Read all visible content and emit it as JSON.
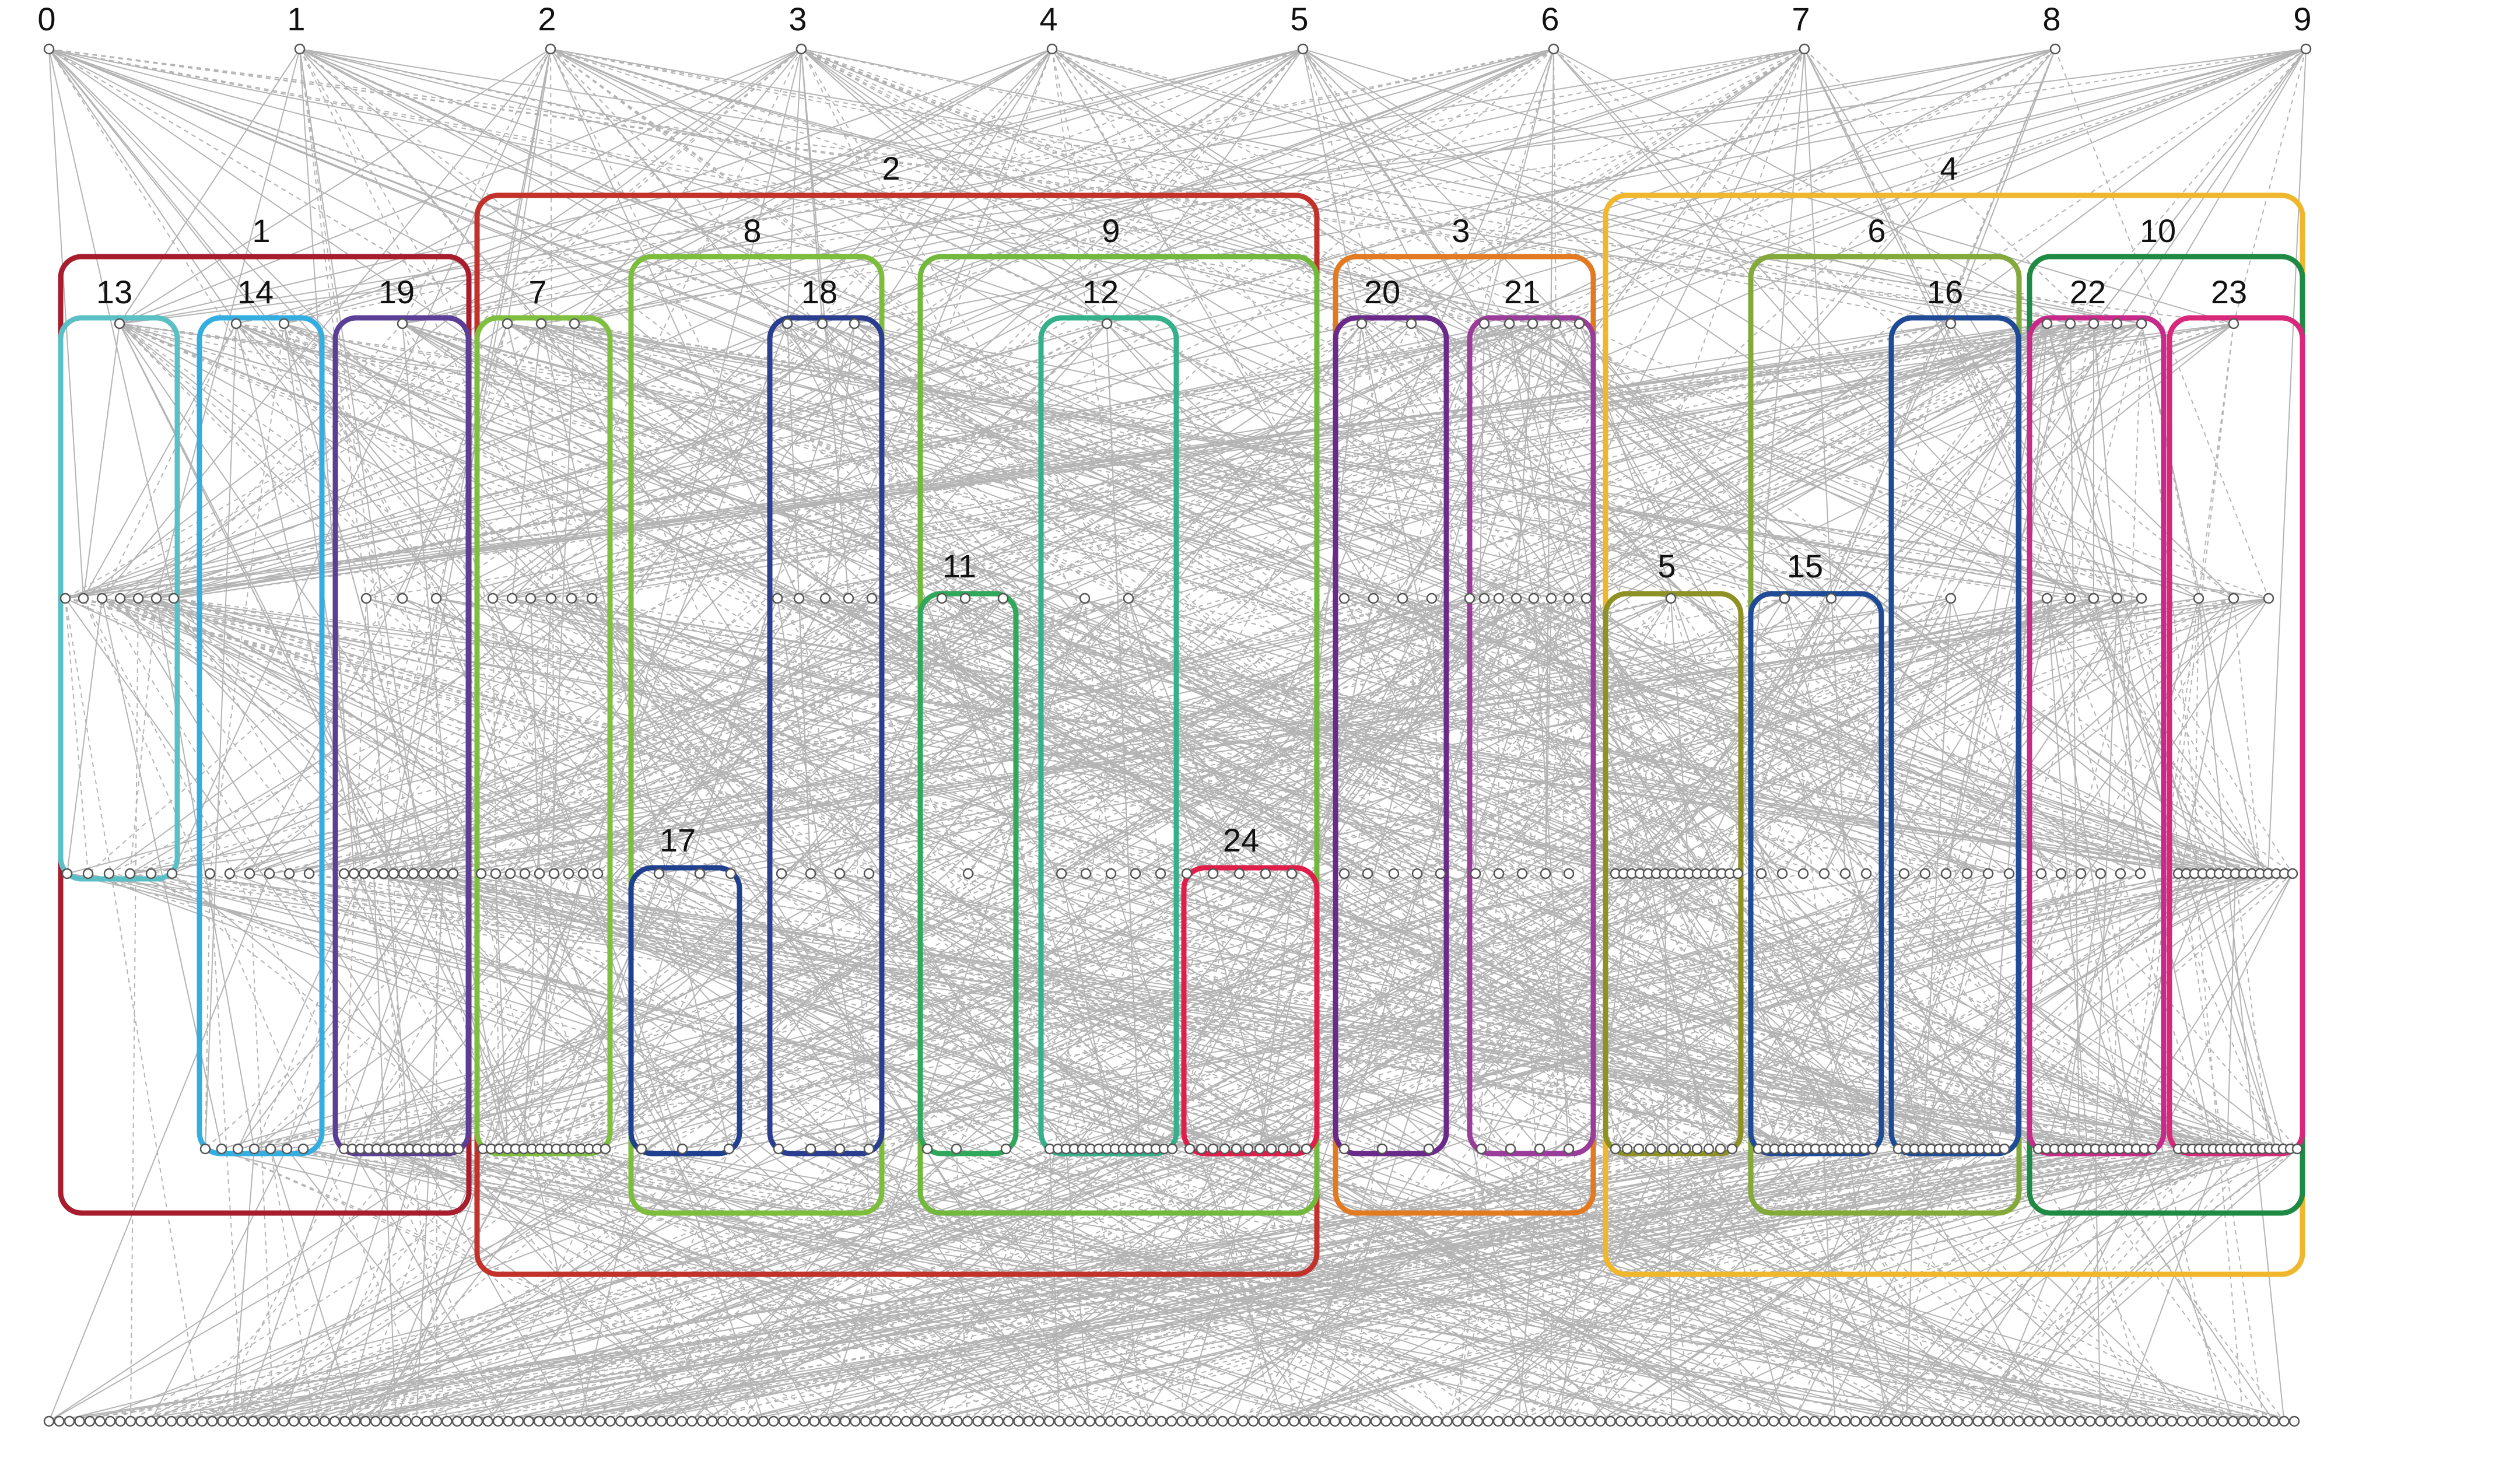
{
  "top_labels": [
    "0",
    "1",
    "2",
    "3",
    "4",
    "5",
    "6",
    "7",
    "8",
    "9"
  ],
  "clusters": [
    {
      "label": "1",
      "color": "#a71d2e"
    },
    {
      "label": "2",
      "color": "#c2312a"
    },
    {
      "label": "3",
      "color": "#e27a22"
    },
    {
      "label": "4",
      "color": "#f0b62c"
    },
    {
      "label": "5",
      "color": "#8e9225"
    },
    {
      "label": "6",
      "color": "#82a93a"
    },
    {
      "label": "7",
      "color": "#7fbf3f"
    },
    {
      "label": "8",
      "color": "#7dbd3c"
    },
    {
      "label": "9",
      "color": "#71b83d"
    },
    {
      "label": "10",
      "color": "#1f8a44"
    },
    {
      "label": "11",
      "color": "#2fa85b"
    },
    {
      "label": "12",
      "color": "#34b08a"
    },
    {
      "label": "13",
      "color": "#5bc0c6"
    },
    {
      "label": "14",
      "color": "#34aee0"
    },
    {
      "label": "15",
      "color": "#1f4b96"
    },
    {
      "label": "16",
      "color": "#1f4b96"
    },
    {
      "label": "17",
      "color": "#1f3f8f"
    },
    {
      "label": "18",
      "color": "#2a3d8f"
    },
    {
      "label": "19",
      "color": "#5b3f96"
    },
    {
      "label": "20",
      "color": "#6a2a8a"
    },
    {
      "label": "21",
      "color": "#9a3c9a"
    },
    {
      "label": "22",
      "color": "#c82a8a"
    },
    {
      "label": "23",
      "color": "#d8287a"
    },
    {
      "label": "24",
      "color": "#e01e4a"
    }
  ]
}
